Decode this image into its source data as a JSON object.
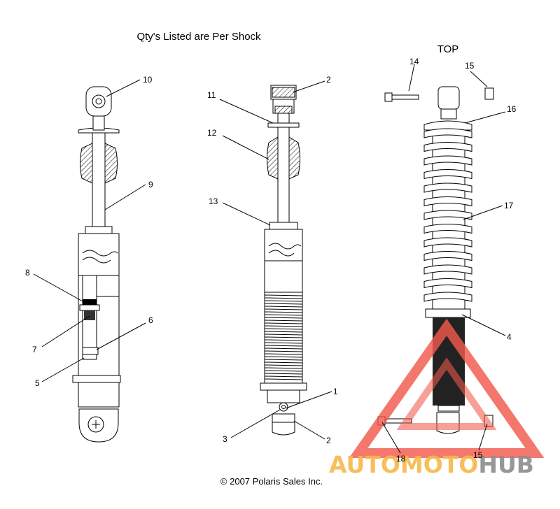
{
  "header": {
    "title": "Qty's Listed are Per Shock",
    "top_label": "TOP"
  },
  "footer": {
    "copyright": "© 2007 Polaris Sales Inc."
  },
  "watermark": {
    "text_part1": "AUTOMOTO",
    "text_part2": "HUB",
    "color_primary": "#f15a4d",
    "color_accent": "#f7b84b",
    "color_dark": "#8c8c8c"
  },
  "callouts": {
    "c1": "1",
    "c2a": "2",
    "c2b": "2",
    "c3": "3",
    "c4": "4",
    "c5": "5",
    "c6": "6",
    "c7": "7",
    "c8": "8",
    "c9": "9",
    "c10": "10",
    "c11": "11",
    "c12": "12",
    "c13": "13",
    "c14": "14",
    "c15a": "15",
    "c15b": "15",
    "c16": "16",
    "c17": "17",
    "c18": "18"
  }
}
